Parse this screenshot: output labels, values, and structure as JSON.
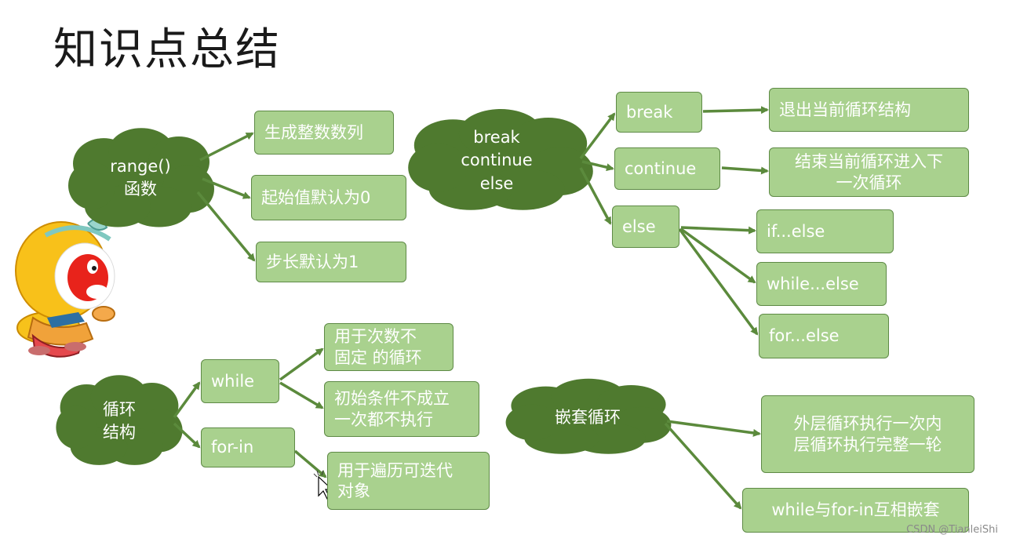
{
  "title": "知识点总结",
  "watermark": "CSDN @TianleiShi",
  "colors": {
    "cloud": "#4f7a2f",
    "box": "#a9d18e",
    "arrow": "#5b8a3c"
  },
  "groups": {
    "range": {
      "cloud_lines": [
        "range()",
        "函数"
      ],
      "items": [
        "生成整数数列",
        "起始值默认为0",
        "步长默认为1"
      ]
    },
    "control": {
      "cloud_lines": [
        "break",
        "continue",
        "else"
      ],
      "break": {
        "label": "break",
        "desc": "退出当前循环结构"
      },
      "continue": {
        "label": "continue",
        "desc_lines": [
          "结束当前循环进入下",
          "一次循环"
        ]
      },
      "else": {
        "label": "else",
        "items": [
          "if...else",
          "while...else",
          "for...else"
        ]
      }
    },
    "loop": {
      "cloud_lines": [
        "循环",
        "结构"
      ],
      "while": {
        "label": "while",
        "items": [
          [
            "用于次数不",
            "固定 的循环"
          ],
          [
            "初始条件不成立",
            "一次都不执行"
          ]
        ]
      },
      "forin": {
        "label": "for-in",
        "items": [
          [
            "用于遍历可迭代",
            "对象"
          ]
        ]
      }
    },
    "nested": {
      "cloud_lines": [
        "嵌套循环"
      ],
      "items": [
        [
          "外层循环执行一次内",
          "层循环执行完整一轮"
        ],
        [
          "while与for-in互相嵌套"
        ]
      ]
    }
  }
}
